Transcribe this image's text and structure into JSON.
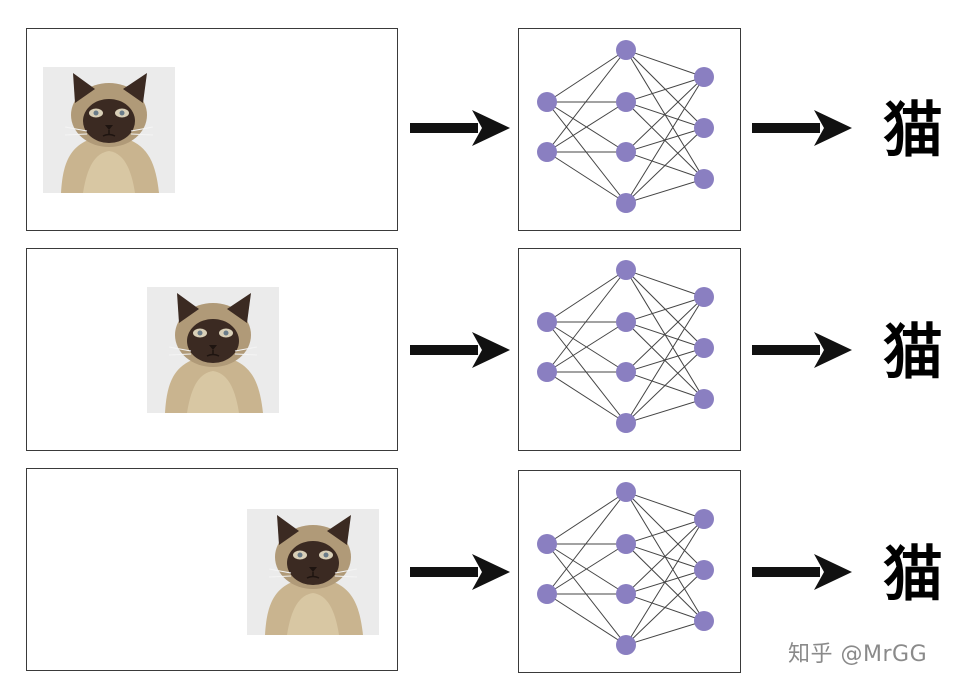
{
  "rows": [
    {
      "label": "猫"
    },
    {
      "label": "猫"
    },
    {
      "label": "猫"
    }
  ],
  "watermark": "知乎 @MrGG",
  "colors": {
    "node": "#8a7fc1",
    "edge": "#444444",
    "arrow": "#111111",
    "frame": "#3a3a3a",
    "cat_fur": "#c9b48f",
    "cat_face": "#3b2a22"
  },
  "network": {
    "layers": [
      2,
      4,
      3
    ]
  }
}
